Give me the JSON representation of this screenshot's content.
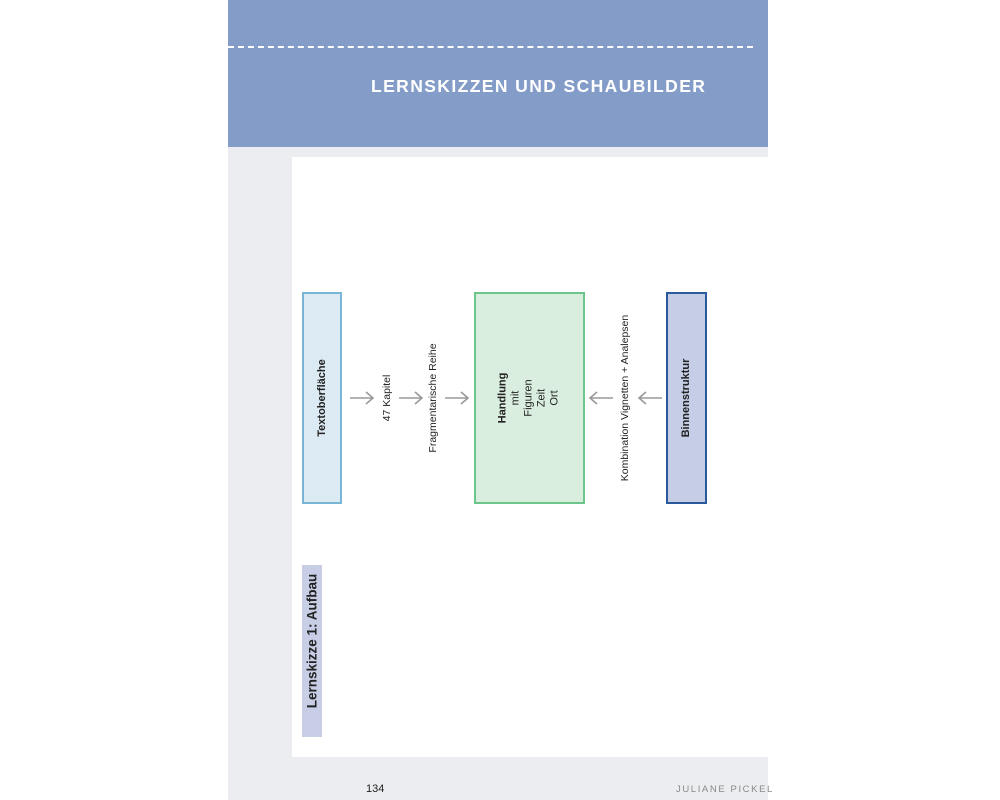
{
  "header": {
    "title": "LERNSKIZZEN UND SCHAUBILDER"
  },
  "diagram": {
    "left_box": "Textoberfläche",
    "label_chapters": "47 Kapitel",
    "label_series": "Fragmentarische Reihe",
    "center_box": {
      "line1": "Handlung",
      "line2": "mit",
      "line3": "Figuren",
      "line4": "Zeit",
      "line5": "Ort"
    },
    "label_combination": "Kombination Vignetten + Analepsen",
    "right_box": "Binnenstruktur"
  },
  "caption": "Lernskizze 1: Aufbau",
  "footer": {
    "page_number": "134",
    "author": "JULIANE PICKEL"
  },
  "colors": {
    "header_bg": "#849dc8",
    "left_box_fill": "#dbeaf3",
    "left_box_border": "#79b6d6",
    "center_box_fill": "#d9eedf",
    "center_box_border": "#6cc58a",
    "right_box_fill": "#c5cde7",
    "right_box_border": "#2b5a9c",
    "arrow": "#9a9a9a"
  }
}
